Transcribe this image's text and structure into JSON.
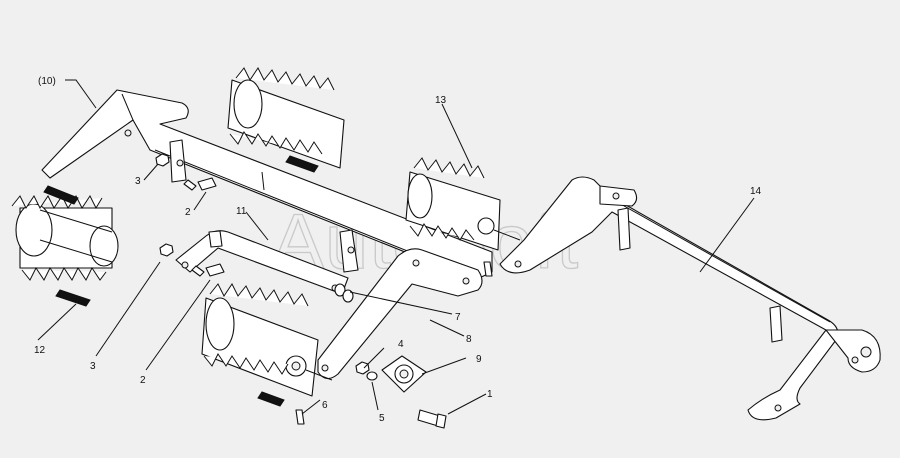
{
  "watermark": "AutoSoft",
  "callouts": [
    {
      "id": "c10",
      "text": "(10)"
    },
    {
      "id": "c13",
      "text": "13"
    },
    {
      "id": "c14",
      "text": "14"
    },
    {
      "id": "c3a",
      "text": "3"
    },
    {
      "id": "c2a",
      "text": "2"
    },
    {
      "id": "c11",
      "text": "11"
    },
    {
      "id": "c12",
      "text": "12"
    },
    {
      "id": "c3b",
      "text": "3"
    },
    {
      "id": "c2b",
      "text": "2"
    },
    {
      "id": "c7",
      "text": "7"
    },
    {
      "id": "c8",
      "text": "8"
    },
    {
      "id": "c4",
      "text": "4"
    },
    {
      "id": "c9",
      "text": "9"
    },
    {
      "id": "c5",
      "text": "5"
    },
    {
      "id": "c6",
      "text": "6"
    },
    {
      "id": "c1",
      "text": "1"
    }
  ]
}
